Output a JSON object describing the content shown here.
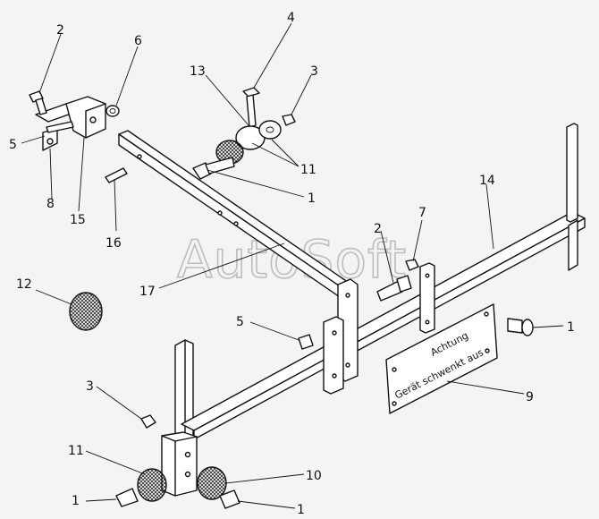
{
  "watermark": "AutoSoft",
  "plate": {
    "line1": "Achtung",
    "line2": "Gerät schwenkt aus"
  },
  "callouts": [
    {
      "id": "c2a",
      "text": "2"
    },
    {
      "id": "c6",
      "text": "6"
    },
    {
      "id": "c4",
      "text": "4"
    },
    {
      "id": "c13",
      "text": "13"
    },
    {
      "id": "c3a",
      "text": "3"
    },
    {
      "id": "c5a",
      "text": "5"
    },
    {
      "id": "c8",
      "text": "8"
    },
    {
      "id": "c15",
      "text": "15"
    },
    {
      "id": "c11a",
      "text": "11"
    },
    {
      "id": "c1a",
      "text": "1"
    },
    {
      "id": "c16",
      "text": "16"
    },
    {
      "id": "c14",
      "text": "14"
    },
    {
      "id": "c2b",
      "text": "2"
    },
    {
      "id": "c7",
      "text": "7"
    },
    {
      "id": "c12",
      "text": "12"
    },
    {
      "id": "c17",
      "text": "17"
    },
    {
      "id": "c5b",
      "text": "5"
    },
    {
      "id": "c1b",
      "text": "1"
    },
    {
      "id": "c3b",
      "text": "3"
    },
    {
      "id": "c9",
      "text": "9"
    },
    {
      "id": "c11b",
      "text": "11"
    },
    {
      "id": "c10",
      "text": "10"
    },
    {
      "id": "c1c",
      "text": "1"
    },
    {
      "id": "c1d",
      "text": "1"
    }
  ]
}
